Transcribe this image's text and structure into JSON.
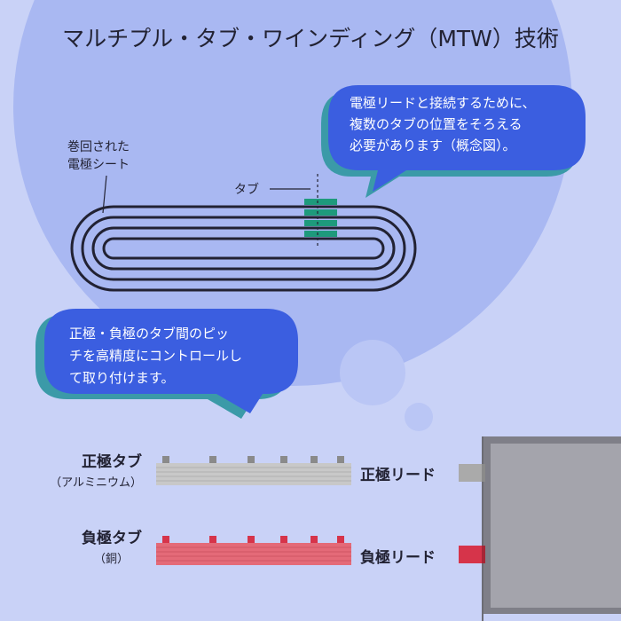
{
  "title": "マルチプル・タブ・ワインディング（MTW）技術",
  "coil": {
    "sheet_label_lines": [
      "巻回された",
      "電極シート"
    ],
    "tab_label": "タブ"
  },
  "bubble_top": {
    "lines": [
      "電極リードと接続するために、",
      "複数のタブの位置をそろえる",
      "必要があります（概念図）。"
    ]
  },
  "bubble_left": {
    "lines": [
      "正極・負極のタブ間のピッ",
      "チを高精度にコントロールし",
      "て取り付けます。"
    ]
  },
  "positive": {
    "tab_label": "正極タブ",
    "material": "（アルミニウム）",
    "lead_label": "正極リード"
  },
  "negative": {
    "tab_label": "負極タブ",
    "material": "（銅）",
    "lead_label": "負極リード"
  },
  "colors": {
    "background": "#c9d2f7",
    "big_circle": "#a9b8f2",
    "bubble_fill": "#3b5ee0",
    "bubble_shadow": "#3b9aa8",
    "tab_green": "#1e9a7c",
    "aluminium_strip": "#c8c8c8",
    "aluminium_tab": "#8a8a8a",
    "copper_strip": "#e46a78",
    "copper_tab": "#d6344a",
    "battery_body": "#a4a4ac",
    "text_dark": "#222233"
  }
}
